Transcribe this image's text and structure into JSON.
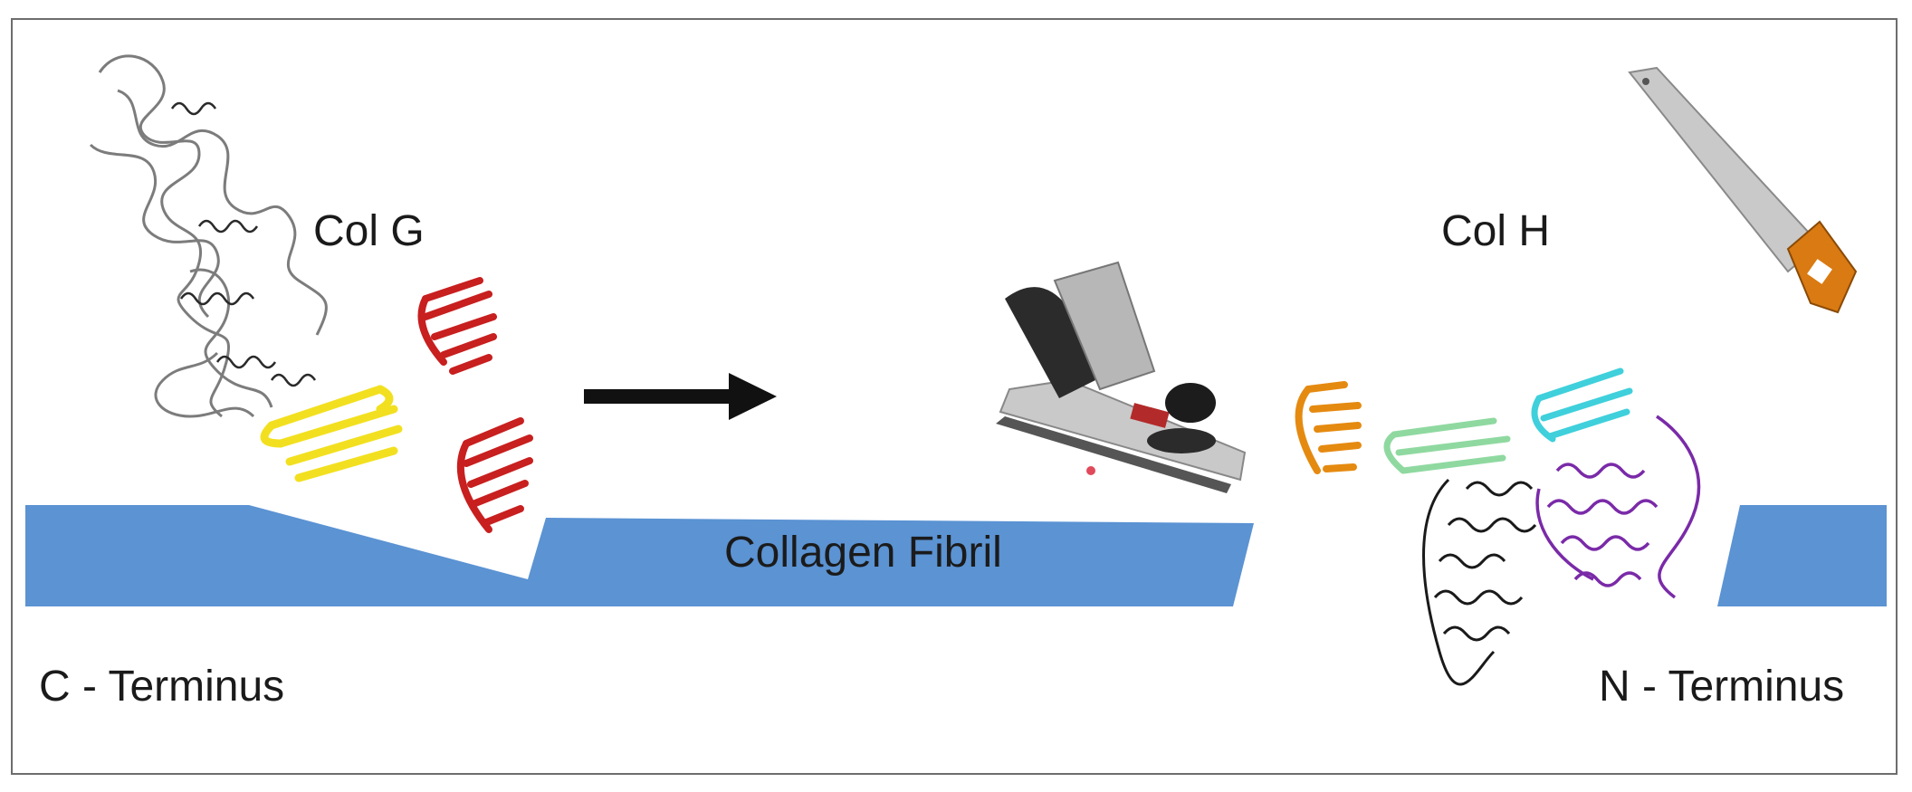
{
  "labels": {
    "left_enzyme": "Col G",
    "right_enzyme": "Col H",
    "fibril": "Collagen Fibril",
    "left_terminus": "C - Terminus",
    "right_terminus": "N - Terminus"
  },
  "colors": {
    "fibril": "#5b93d3",
    "col_g_catalytic": "#9a9a9a",
    "col_g_domain_yellow": "#f2e020",
    "col_g_domain_red": "#c81f1f",
    "col_h_orange": "#e58a10",
    "col_h_green": "#8fd9a0",
    "col_h_cyan": "#3fd0dc",
    "col_h_black": "#1a1a1a",
    "col_h_purple": "#7a2aa8"
  },
  "icons": [
    "arrow-right-icon",
    "hand-plane-icon",
    "hand-saw-icon"
  ]
}
